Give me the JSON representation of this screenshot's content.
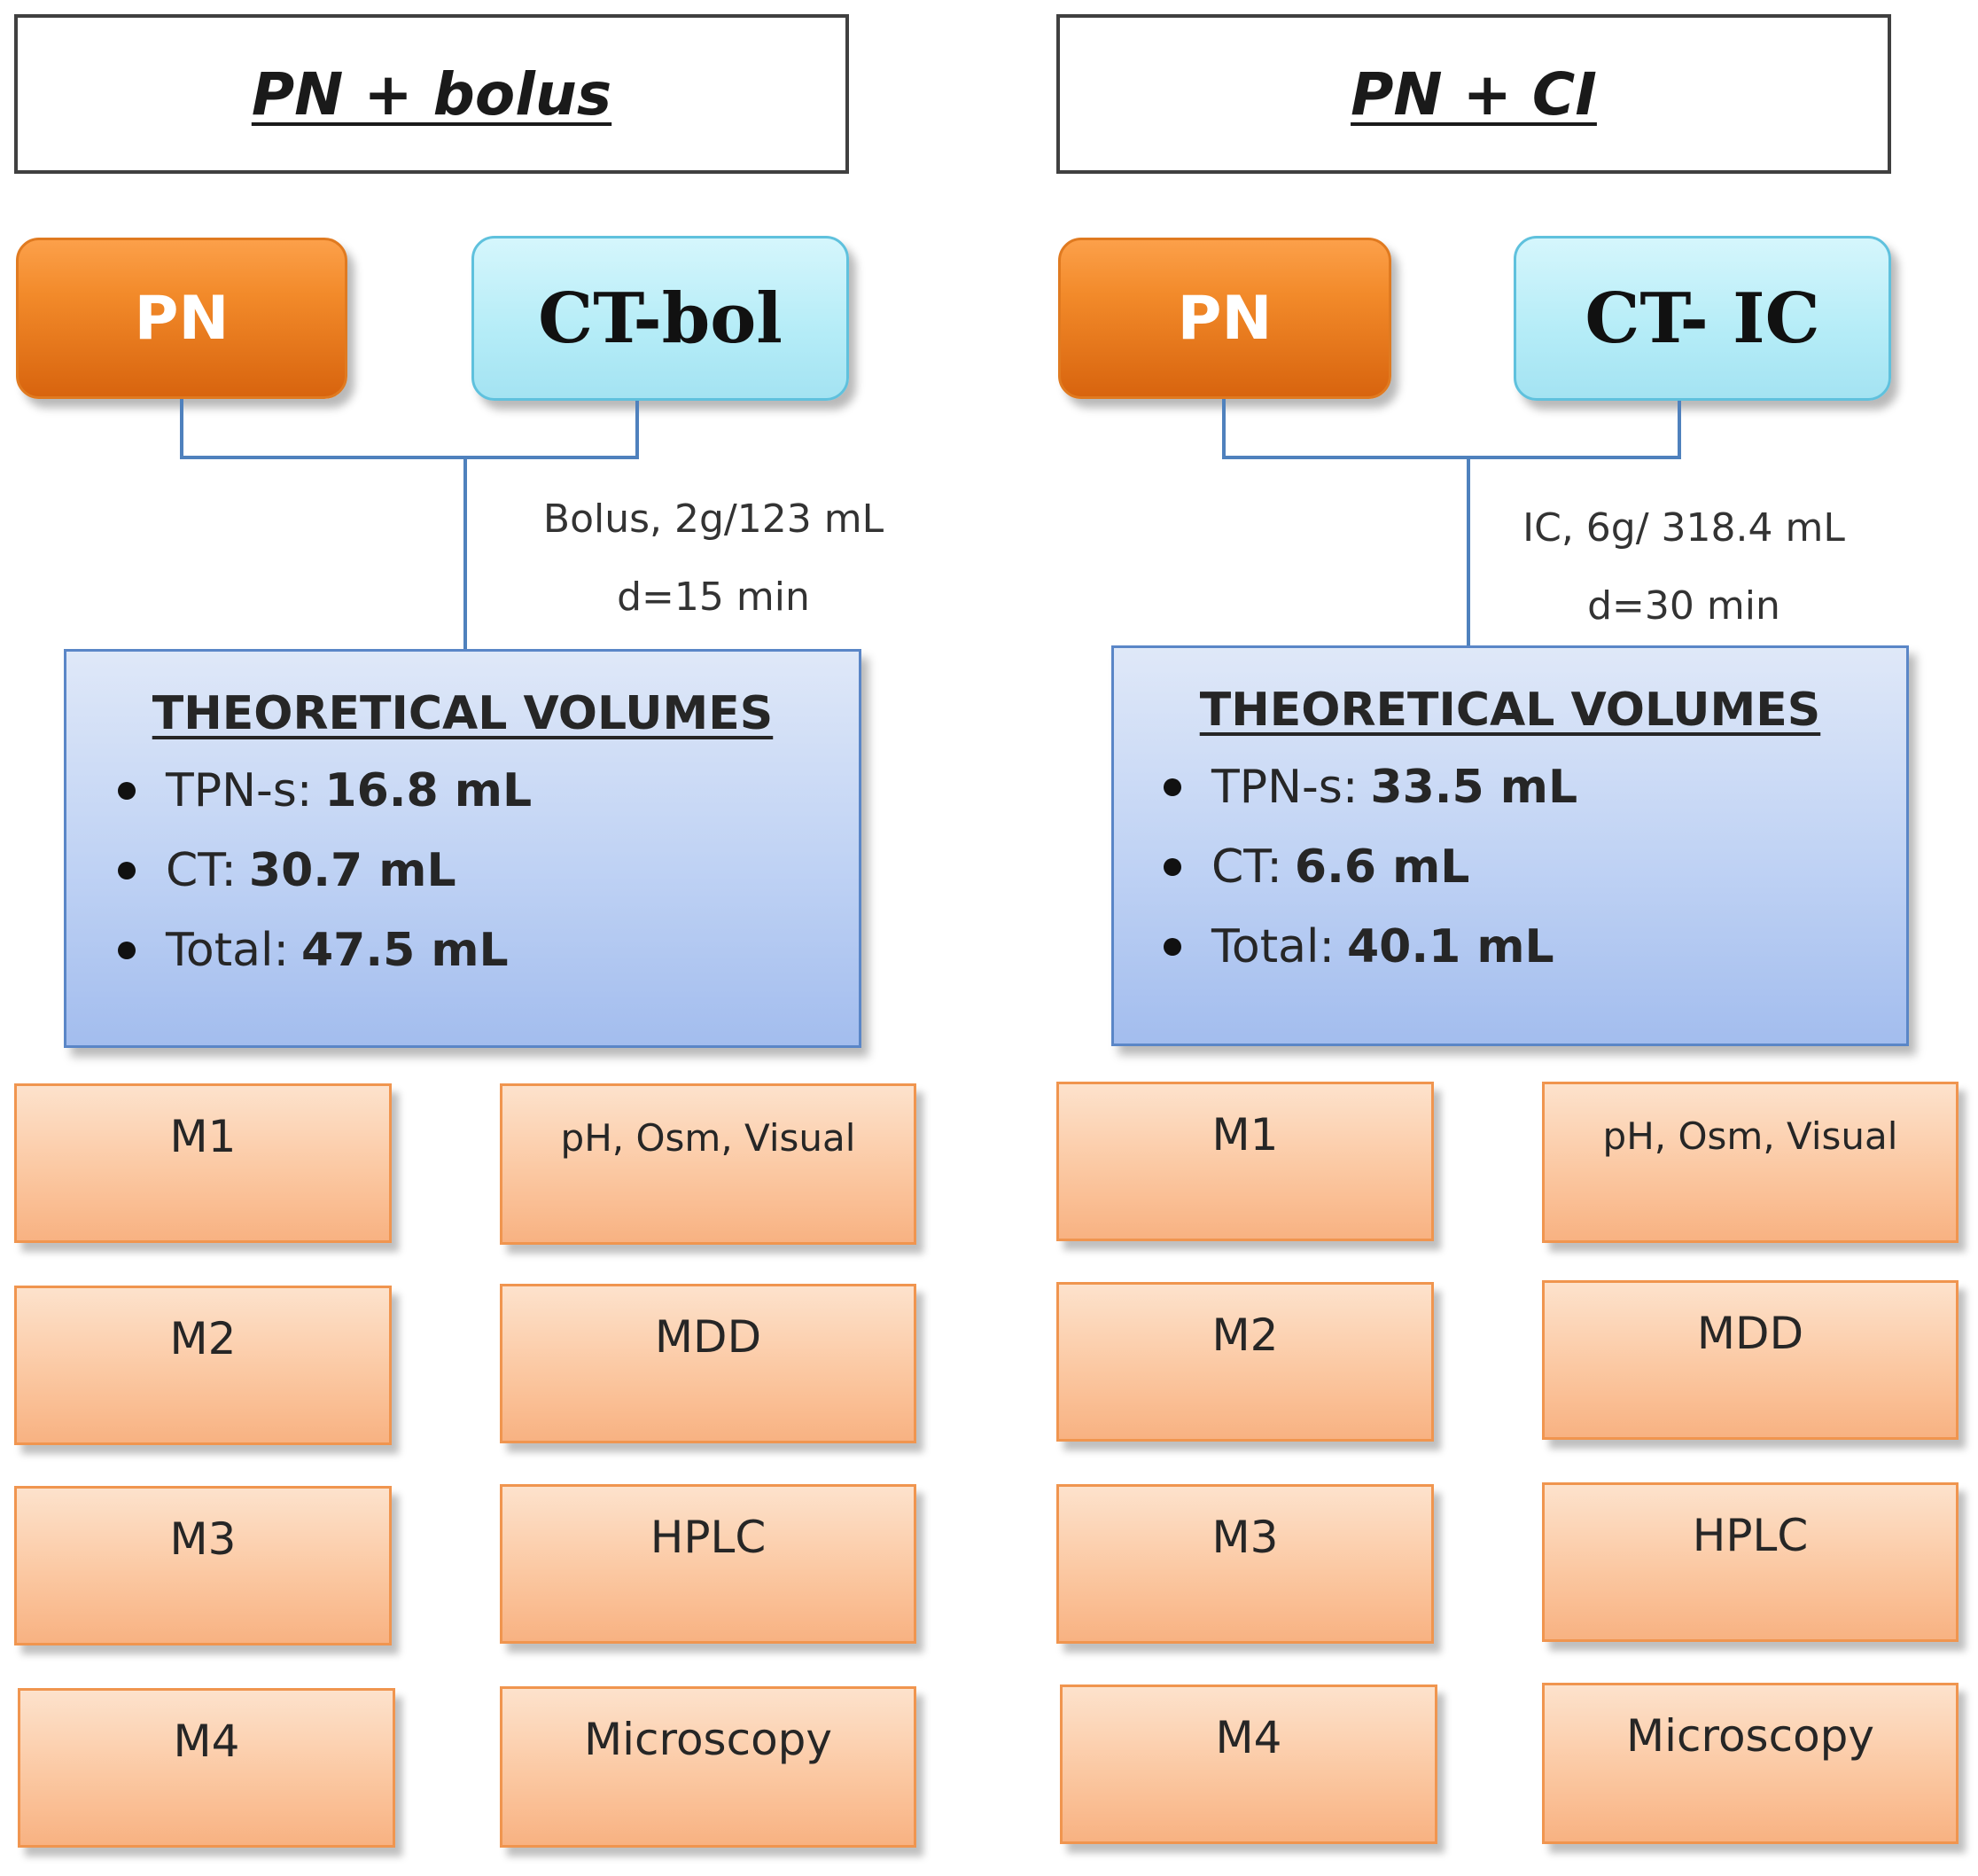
{
  "left": {
    "title": "PN + bolus",
    "pn_label": "PN",
    "ct_label": "CT-bol",
    "dose_line1": "Bolus, 2g/123 mL",
    "dose_line2": "d=15 min",
    "volumes_title": "THEORETICAL VOLUMES",
    "volumes": [
      {
        "label": "TPN-s:",
        "value": "16.8 mL"
      },
      {
        "label": "CT:",
        "value": "30.7 mL"
      },
      {
        "label": "Total:",
        "value": "47.5 mL"
      }
    ],
    "samples": [
      "M1",
      "M2",
      "M3",
      "M4"
    ],
    "analyses": [
      "pH, Osm, Visual",
      "MDD",
      "HPLC",
      "Microscopy"
    ]
  },
  "right": {
    "title": "PN + CI",
    "pn_label": "PN",
    "ct_label": "CT- IC",
    "dose_line1": "IC, 6g/ 318.4 mL",
    "dose_line2": "d=30 min",
    "volumes_title": "THEORETICAL VOLUMES",
    "volumes": [
      {
        "label": "TPN-s:",
        "value": "33.5 mL"
      },
      {
        "label": "CT:",
        "value": "6.6 mL"
      },
      {
        "label": "Total:",
        "value": "40.1 mL"
      }
    ],
    "samples": [
      "M1",
      "M2",
      "M3",
      "M4"
    ],
    "analyses": [
      "pH, Osm, Visual",
      "MDD",
      "HPLC",
      "Microscopy"
    ]
  }
}
